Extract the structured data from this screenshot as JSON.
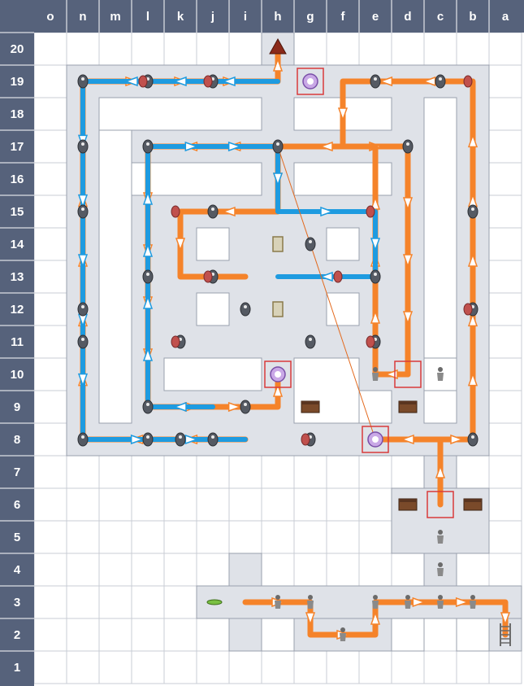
{
  "map": {
    "columns": [
      "o",
      "n",
      "m",
      "l",
      "k",
      "j",
      "i",
      "h",
      "g",
      "f",
      "e",
      "d",
      "c",
      "b",
      "a"
    ],
    "rows": [
      "20",
      "19",
      "18",
      "17",
      "16",
      "15",
      "14",
      "13",
      "12",
      "11",
      "10",
      "9",
      "8",
      "7",
      "6",
      "5",
      "4",
      "3",
      "2",
      "1"
    ]
  },
  "legend_colors": {
    "path_orange": "#f5832a",
    "path_blue": "#1e9be0",
    "floor": "#dfe2e8",
    "header": "#56627b"
  },
  "icons": {
    "exit": "red-triangle-exit-icon",
    "teleport": "purple-teleport-icon",
    "chest": "treasure-chest-icon",
    "monster": "monster-icon",
    "ladder": "ladder-icon",
    "mirror": "mirror-icon"
  }
}
